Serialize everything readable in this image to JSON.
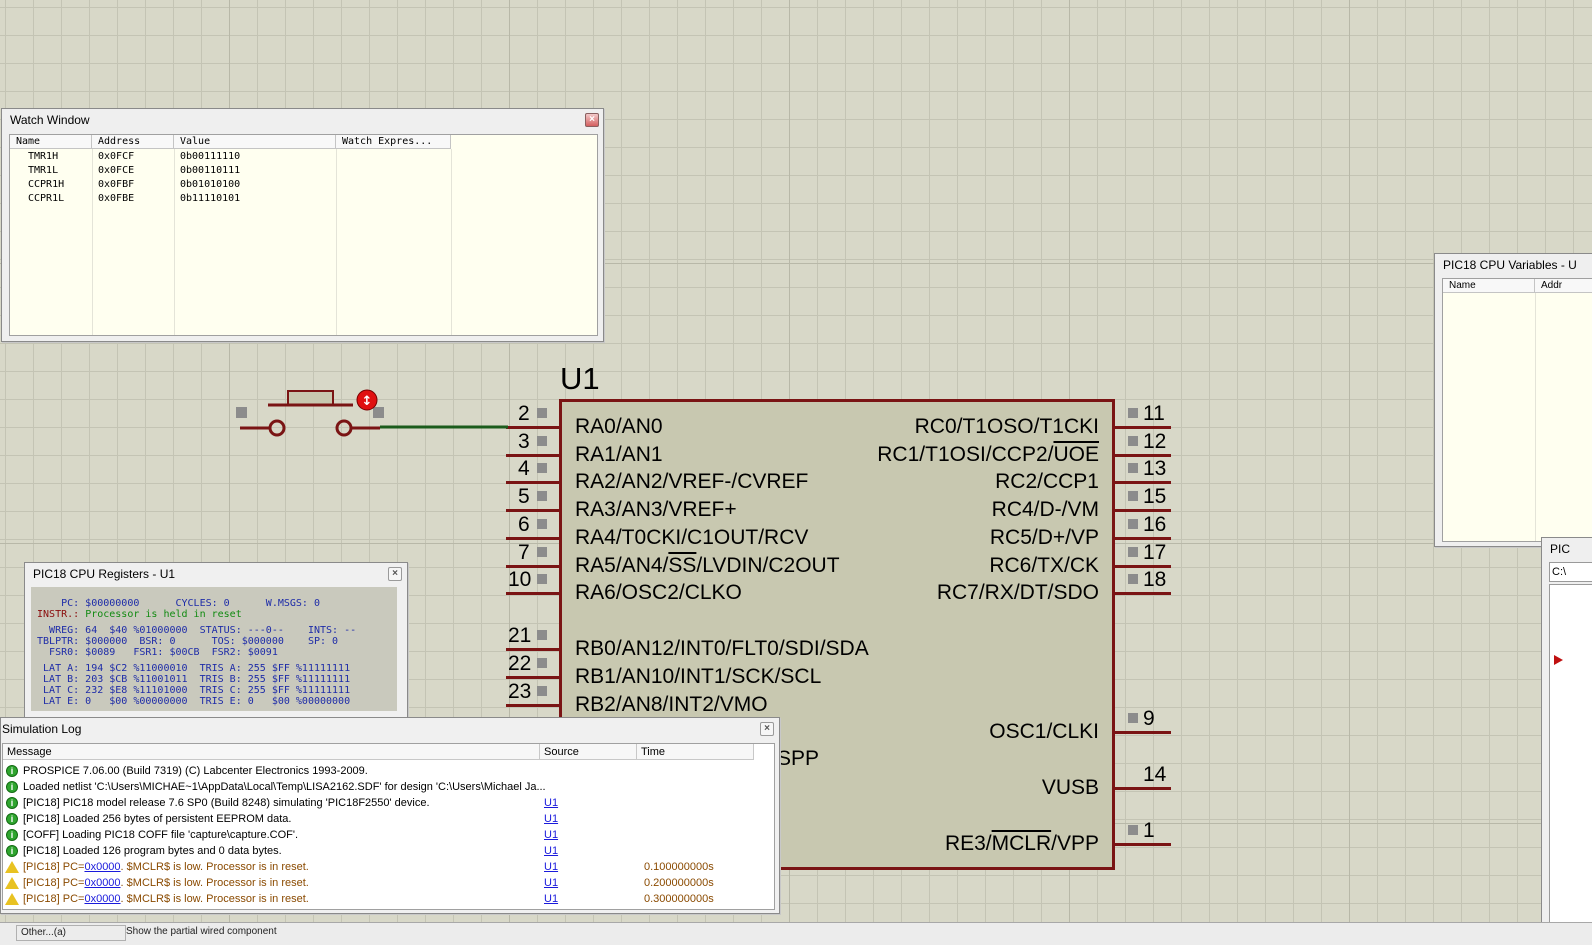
{
  "watch_window": {
    "title": "Watch Window",
    "columns": [
      "Name",
      "Address",
      "Value",
      "Watch Expres..."
    ],
    "rows": [
      {
        "name": "TMR1H",
        "address": "0x0FCF",
        "value": "0b00111110"
      },
      {
        "name": "TMR1L",
        "address": "0x0FCE",
        "value": "0b00110111"
      },
      {
        "name": "CCPR1H",
        "address": "0x0FBF",
        "value": "0b01010100"
      },
      {
        "name": "CCPR1L",
        "address": "0x0FBE",
        "value": "0b11110101"
      }
    ]
  },
  "cpu_variables": {
    "title": "PIC18 CPU Variables - U",
    "columns": [
      "Name",
      "Addr"
    ]
  },
  "right_window": {
    "title": "PIC",
    "path": "C:\\"
  },
  "cpu_registers": {
    "title": "PIC18 CPU Registers - U1",
    "lines": {
      "pc": "     PC: $00000000      CYCLES: 0      W.MSGS: 0",
      "instr_label": " INSTR.: ",
      "instr_value": "Processor is held in reset",
      "wreg": "   WREG: 64  $40 %01000000  STATUS: ---0--    INTS: --",
      "tblptr": " TBLPTR: $000000  BSR: 0      TOS: $000000    SP: 0",
      "fsr": "   FSR0: $0089   FSR1: $00CB  FSR2: $0091",
      "lata": "  LAT A: 194 $C2 %11000010  TRIS A: 255 $FF %11111111",
      "latb": "  LAT B: 203 $CB %11001011  TRIS B: 255 $FF %11111111",
      "latc": "  LAT C: 232 $E8 %11101000  TRIS C: 255 $FF %11111111",
      "late": "  LAT E: 0   $00 %00000000  TRIS E: 0   $00 %00000000"
    }
  },
  "schematic": {
    "chip_ref": "U1",
    "left_pins": [
      {
        "num": "2",
        "label": "RA0/AN0"
      },
      {
        "num": "3",
        "label": "RA1/AN1"
      },
      {
        "num": "4",
        "label": "RA2/AN2/VREF-/CVREF"
      },
      {
        "num": "5",
        "label": "RA3/AN3/VREF+"
      },
      {
        "num": "6",
        "label": "RA4/T0CKI/C1OUT/RCV"
      },
      {
        "num": "7",
        "label_a": "RA5/AN4/",
        "label_ss": "SS",
        "label_b": "/LVDIN/C2OUT"
      },
      {
        "num": "10",
        "label": "RA6/OSC2/CLKO"
      },
      {
        "num": "21",
        "label": "RB0/AN12/INT0/FLT0/SDI/SDA"
      },
      {
        "num": "22",
        "label": "RB1/AN10/INT1/SCK/SCL"
      },
      {
        "num": "23",
        "label": "RB2/AN8/INT2/VMO"
      }
    ],
    "partial_label_spp": "SPP",
    "right_pins": [
      {
        "num": "11",
        "label": "RC0/T1OSO/T1CKI"
      },
      {
        "num": "12",
        "label_a": "RC1/T1OSI/CCP2/",
        "label_uoe": "UOE"
      },
      {
        "num": "13",
        "label": "RC2/CCP1"
      },
      {
        "num": "15",
        "label": "RC4/D-/VM"
      },
      {
        "num": "16",
        "label": "RC5/D+/VP"
      },
      {
        "num": "17",
        "label": "RC6/TX/CK"
      },
      {
        "num": "18",
        "label": "RC7/RX/DT/SDO"
      },
      {
        "num": "9",
        "label": "OSC1/CLKI"
      },
      {
        "num": "14",
        "label": "VUSB"
      },
      {
        "num": "1",
        "label_a": "RE3/",
        "label_mclr": "MCLR",
        "label_b": "/VPP"
      }
    ]
  },
  "simulation_log": {
    "title": "Simulation Log",
    "columns": [
      "Message",
      "Source",
      "Time"
    ],
    "rows": [
      {
        "type": "info",
        "msg": "PROSPICE 7.06.00 (Build 7319) (C) Labcenter Electronics 1993-2009.",
        "src": "",
        "time": ""
      },
      {
        "type": "info",
        "msg": "Loaded netlist 'C:\\Users\\MICHAE~1\\AppData\\Local\\Temp\\LISA2162.SDF' for design 'C:\\Users\\Michael Ja...",
        "src": "",
        "time": ""
      },
      {
        "type": "info",
        "msg": "[PIC18] PIC18 model release 7.6 SP0 (Build 8248) simulating 'PIC18F2550' device.",
        "src": "U1",
        "time": ""
      },
      {
        "type": "info",
        "msg": "[PIC18] Loaded 256 bytes of persistent EEPROM data.",
        "src": "U1",
        "time": ""
      },
      {
        "type": "info",
        "msg": "[COFF] Loading PIC18 COFF file 'capture\\capture.COF'.",
        "src": "U1",
        "time": ""
      },
      {
        "type": "info",
        "msg": "[PIC18] Loaded 126 program bytes and 0 data bytes.",
        "src": "U1",
        "time": ""
      },
      {
        "type": "warn",
        "msg_a": "[PIC18] PC=",
        "msg_link": "0x0000",
        "msg_b": ". $MCLR$ is low. Processor is in reset.",
        "src": "U1",
        "time": "0.100000000s"
      },
      {
        "type": "warn",
        "msg_a": "[PIC18] PC=",
        "msg_link": "0x0000",
        "msg_b": ". $MCLR$ is low. Processor is in reset.",
        "src": "U1",
        "time": "0.200000000s"
      },
      {
        "type": "warn",
        "msg_a": "[PIC18] PC=",
        "msg_link": "0x0000",
        "msg_b": ". $MCLR$ is low. Processor is in reset.",
        "src": "U1",
        "time": "0.300000000s"
      }
    ]
  },
  "status_bar": {
    "left_text": "Other...(a)",
    "right_text": "Show the partial wired component"
  }
}
